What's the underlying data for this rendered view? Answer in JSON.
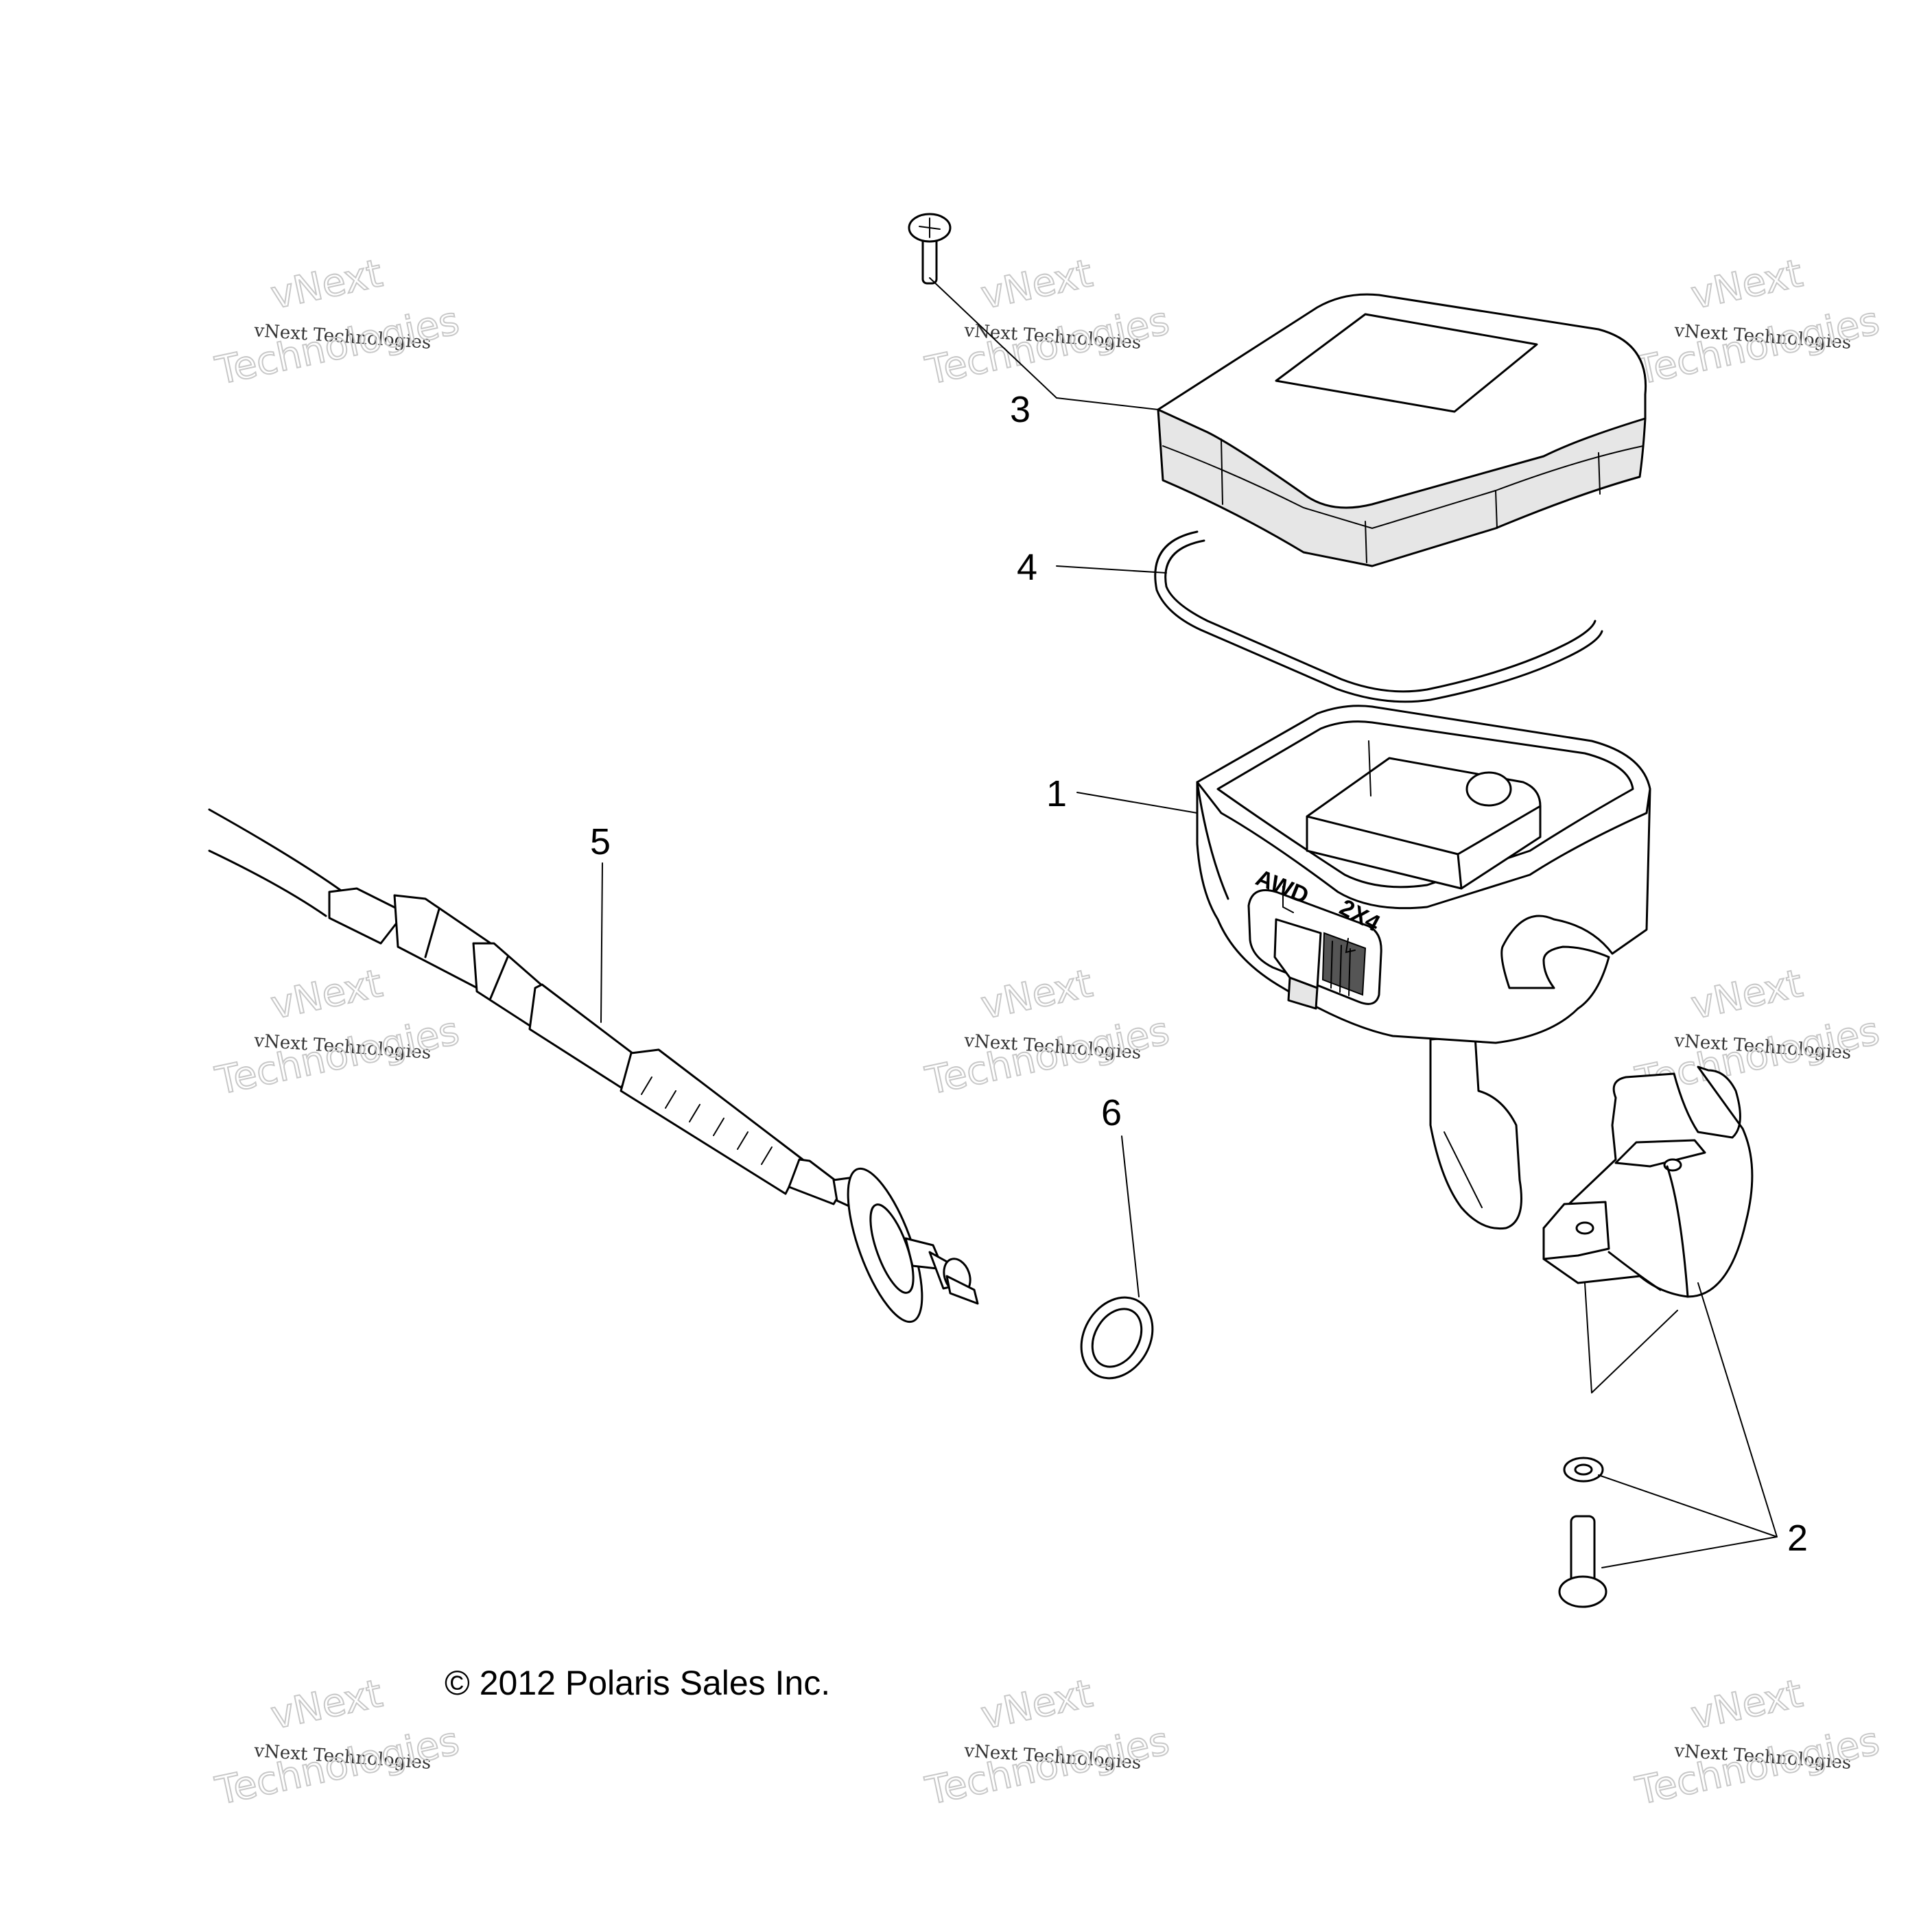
{
  "callouts": {
    "c1": "1",
    "c2": "2",
    "c3": "3",
    "c4": "4",
    "c5": "5",
    "c6": "6"
  },
  "decal": {
    "awd": "AWD",
    "fwd": "2X4"
  },
  "copyright": "© 2012 Polaris Sales Inc.",
  "watermark": {
    "line1": "vNext",
    "line2": "vNext Technologies",
    "line3": "Technologies"
  }
}
